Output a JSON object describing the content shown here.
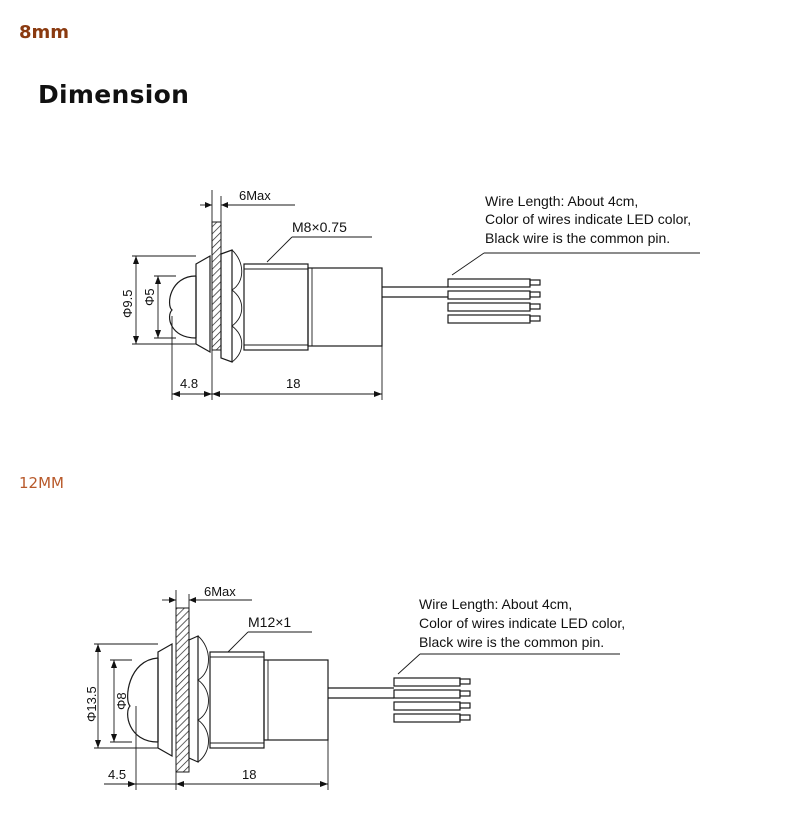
{
  "section_8mm": {
    "label": "8mm",
    "heading": "Dimension",
    "panel_thickness": "6Max",
    "thread": "M8×0.75",
    "outer_diameter": "Φ9.5",
    "lens_diameter": "Φ5",
    "head_length": "4.8",
    "body_length": "18",
    "note": [
      "Wire Length: About 4cm,",
      "Color of wires indicate LED color,",
      "Black wire is the common pin."
    ]
  },
  "section_12mm": {
    "label": "12MM",
    "panel_thickness": "6Max",
    "thread": "M12×1",
    "outer_diameter": "Φ13.5",
    "lens_diameter": "Φ8",
    "head_length": "4.5",
    "body_length": "18",
    "note": [
      "Wire Length: About 4cm,",
      "Color of wires indicate LED color,",
      "Black wire is the common pin."
    ]
  }
}
